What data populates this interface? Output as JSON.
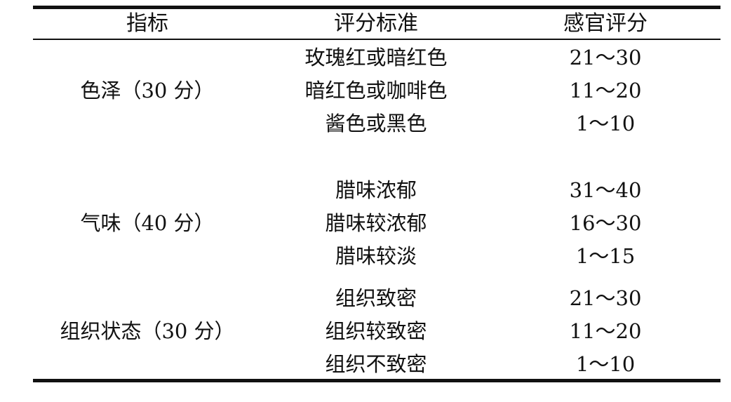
{
  "table": {
    "headers": [
      "指标",
      "评分标准",
      "感官评分"
    ],
    "groups": [
      {
        "indicator": "色泽（30 分）",
        "rows": [
          {
            "criterion": "玫瑰红或暗红色",
            "score": "21～30"
          },
          {
            "criterion": "暗红色或咖啡色",
            "score": "11～20"
          },
          {
            "criterion": "酱色或黑色",
            "score": "1～10"
          }
        ]
      },
      {
        "indicator": "气味（40 分）",
        "rows": [
          {
            "criterion": "腊味浓郁",
            "score": "31～40"
          },
          {
            "criterion": "腊味较浓郁",
            "score": "16～30"
          },
          {
            "criterion": "腊味较淡",
            "score": "1～15"
          }
        ]
      },
      {
        "indicator": "组织状态（30 分）",
        "rows": [
          {
            "criterion": "组织致密",
            "score": "21～30"
          },
          {
            "criterion": "组织较致密",
            "score": "11～20"
          },
          {
            "criterion": "组织不致密",
            "score": "1～10"
          }
        ]
      }
    ]
  }
}
